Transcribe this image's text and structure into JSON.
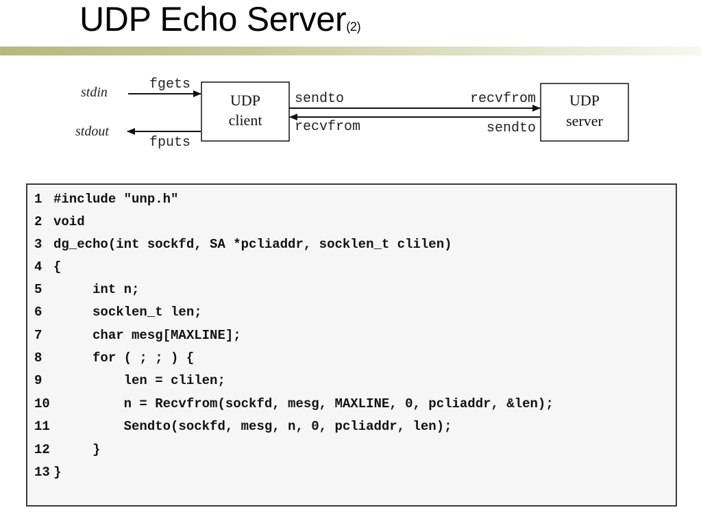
{
  "slide": {
    "title": "UDP Echo Server",
    "title_suffix": "(2)"
  },
  "diagram": {
    "stdin": "stdin",
    "stdout": "stdout",
    "fgets": "fgets",
    "fputs": "fputs",
    "client_line1": "UDP",
    "client_line2": "client",
    "server_line1": "UDP",
    "server_line2": "server",
    "client_sendto": "sendto",
    "client_recvfrom": "recvfrom",
    "server_recvfrom": "recvfrom",
    "server_sendto": "sendto"
  },
  "code": {
    "lines": [
      {
        "num": "1",
        "text": "#include \"unp.h\""
      },
      {
        "num": "2",
        "text": "void"
      },
      {
        "num": "3",
        "text": "dg_echo(int sockfd, SA *pcliaddr, socklen_t clilen)"
      },
      {
        "num": "4",
        "text": "{"
      },
      {
        "num": "5",
        "text": "     int n;"
      },
      {
        "num": "6",
        "text": "     socklen_t len;"
      },
      {
        "num": "7",
        "text": "     char mesg[MAXLINE];"
      },
      {
        "num": "8",
        "text": "     for ( ; ; ) {"
      },
      {
        "num": "9",
        "text": "         len = clilen;"
      },
      {
        "num": "10",
        "text": "         n = Recvfrom(sockfd, mesg, MAXLINE, 0, pcliaddr, &len);"
      },
      {
        "num": "11",
        "text": "         Sendto(sockfd, mesg, n, 0, pcliaddr, len);"
      },
      {
        "num": "12",
        "text": "     }"
      },
      {
        "num": "13",
        "text": "}"
      }
    ]
  }
}
